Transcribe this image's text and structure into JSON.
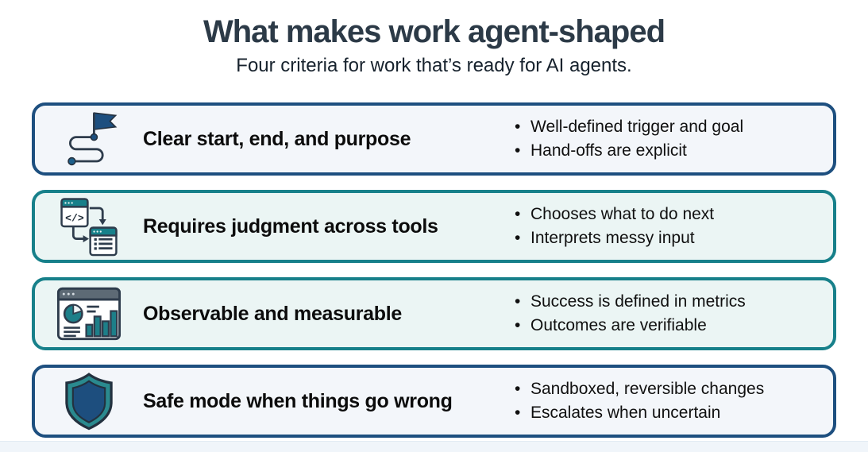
{
  "header": {
    "title": "What makes work agent-shaped",
    "subtitle": "Four criteria for work that’s ready for AI agents."
  },
  "colors": {
    "navy_border": "#1d4f7f",
    "navy_background": "#f3f6fa",
    "teal_border": "#17808a",
    "teal_background": "#ebf5f4",
    "title_text": "#2c3a47",
    "body_text": "#101010",
    "icon_stroke": "#2e3c4c"
  },
  "rows": [
    {
      "icon": "route-flag-icon",
      "theme": "navy",
      "title": "Clear start, end, and purpose",
      "bullets": [
        "Well-defined trigger and goal",
        "Hand-offs are explicit"
      ]
    },
    {
      "icon": "connected-windows-icon",
      "theme": "teal",
      "title": "Requires judgment across tools",
      "bullets": [
        "Chooses what to do next",
        "Interprets messy input"
      ]
    },
    {
      "icon": "dashboard-chart-icon",
      "theme": "teal",
      "title": "Observable and measurable",
      "bullets": [
        "Success is defined in metrics",
        "Outcomes are verifiable"
      ]
    },
    {
      "icon": "shield-icon",
      "theme": "navy",
      "title": "Safe mode when things go wrong",
      "bullets": [
        "Sandboxed, reversible changes",
        "Escalates when uncertain"
      ]
    }
  ],
  "bullet_glyph": "•"
}
